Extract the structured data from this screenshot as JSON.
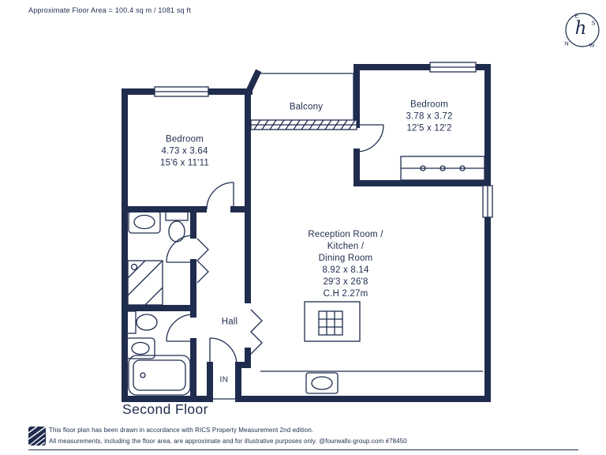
{
  "colors": {
    "navy": "#1f2c4e",
    "background": "#ffffff"
  },
  "header": {
    "floor_area": "Approximate Floor Area = 100.4 sq m / 1081 sq ft"
  },
  "compass": {
    "n": "N",
    "e": "E",
    "s": "S",
    "w": "W",
    "glyph": "h"
  },
  "plan": {
    "balcony": {
      "name": "Balcony"
    },
    "bedroom_right": {
      "name": "Bedroom",
      "metric": "3.78 x 3.72",
      "imperial": "12'5 x 12'2"
    },
    "bedroom_left": {
      "name": "Bedroom",
      "metric": "4.73 x 3.64",
      "imperial": "15'6 x 11'11"
    },
    "reception": {
      "line1": "Reception Room /",
      "line2": "Kitchen /",
      "line3": "Dining Room",
      "metric": "8.92 x 8.14",
      "imperial": "29'3 x 26'8",
      "ceiling_height": "C.H 2.27m"
    },
    "hall": {
      "name": "Hall"
    },
    "entrance": {
      "label": "IN"
    }
  },
  "floor_title": "Second Floor",
  "footer": {
    "line1": "This floor plan has been drawn in accordance with RICS Property Measurement 2nd edition.",
    "line2": "All measurements, including the floor area, are approximate and for illustrative purposes only. @fourwalls-group.com #78450"
  }
}
